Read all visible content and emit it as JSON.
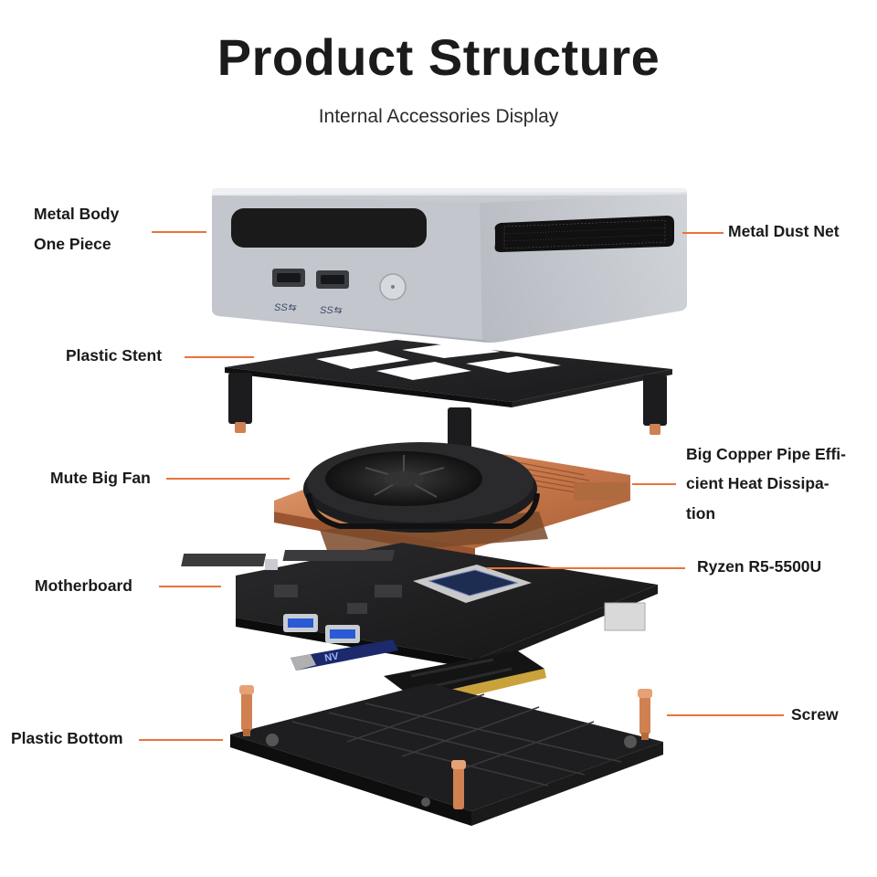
{
  "header": {
    "title": "Product Structure",
    "subtitle": "Internal Accessories Display"
  },
  "accent_color": "#e8743a",
  "labels": {
    "metal_body_line1": "Metal Body",
    "metal_body_line2": "One Piece",
    "metal_dust_net": "Metal Dust Net",
    "plastic_stent": "Plastic Stent",
    "copper_line1": "Big Copper Pipe Effi-",
    "copper_line2": "cient Heat Dissipa-",
    "copper_line3": "tion",
    "mute_big_fan": "Mute Big Fan",
    "ryzen": "Ryzen R5-5500U",
    "motherboard": "Motherboard",
    "screw": "Screw",
    "plastic_bottom": "Plastic Bottom"
  },
  "case": {
    "usb_port_label": "SS",
    "power_button_icon": "power-button-icon"
  },
  "ssd": {
    "brand_text": "NV"
  }
}
